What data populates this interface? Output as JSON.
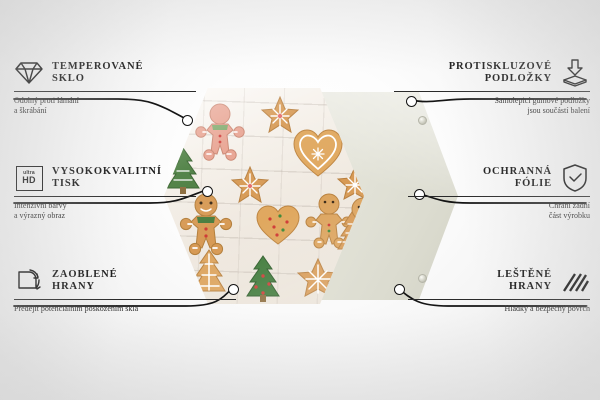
{
  "product": {
    "name": "hexagonal-glass-cutting-board",
    "motif": "gingerbread-cookies-on-white-wood",
    "front_panel": "printed-tempered-glass-hexagon",
    "back_panel": "beige-backing-hexagon",
    "pads": 4
  },
  "palette": {
    "background_light": "#ffffff",
    "background_edge": "#e6e6e6",
    "ink": "#1b1b1b",
    "rule": "#2a2a2a",
    "back_panel": "#e3e3d8",
    "cookie": "#d79a55",
    "icing": "#ffffff",
    "tree_green": "#3f7a3a",
    "berry_red": "#cf3b36"
  },
  "features": {
    "left": [
      {
        "icon": "diamond-icon",
        "title": "Temperované\nsklo",
        "subtitle": "Odolný proti lámání\na škrábání"
      },
      {
        "icon": "ultra-hd-icon",
        "icon_top_text": "ultra",
        "icon_bottom_text": "HD",
        "title": "Vysokokvalitní\ntisk",
        "subtitle": "Intenzivní barvy\na výrazný obraz"
      },
      {
        "icon": "rounded-corner-icon",
        "title": "Zaoblené\nhrany",
        "subtitle": "Předejít potenciálním poškozením skla"
      }
    ],
    "right": [
      {
        "icon": "anti-slip-pad-icon",
        "title": "Protiskluzové\npodložky",
        "subtitle": "Samolepicí gumové podložky\njsou součástí balení"
      },
      {
        "icon": "shield-check-icon",
        "title": "Ochranná\nfólie",
        "subtitle": "Chrání zadní\nčást výrobku"
      },
      {
        "icon": "polished-edge-icon",
        "title": "Leštěné\nhrany",
        "subtitle": "Hladký a bezpečný povrch"
      }
    ]
  }
}
